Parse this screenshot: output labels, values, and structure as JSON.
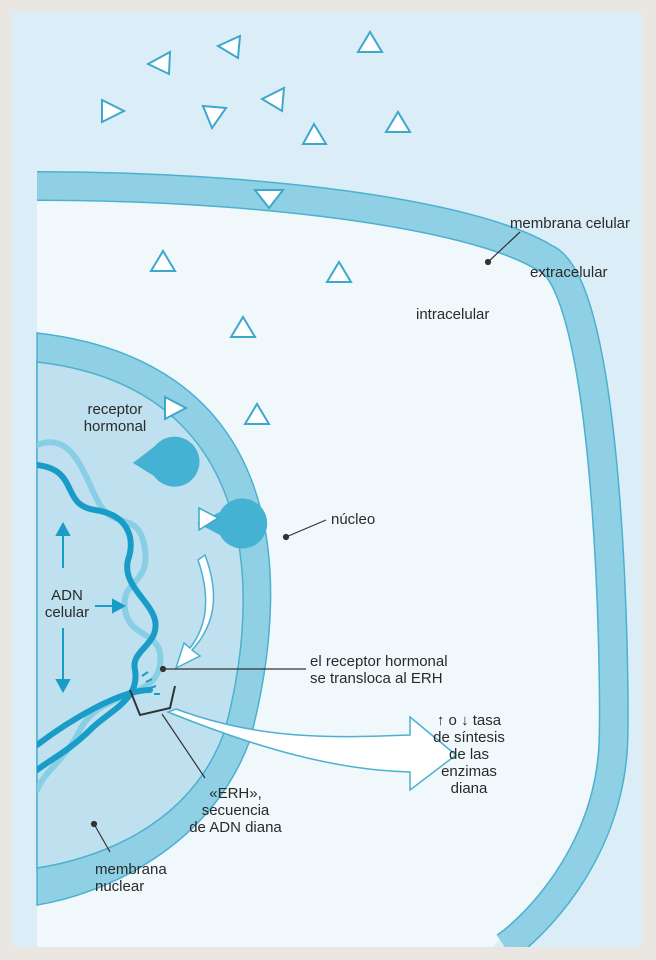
{
  "labels": {
    "membrana_celular": "membrana celular",
    "extracelular": "extracelular",
    "intracelular": "intracelular",
    "receptor_hormonal": [
      "receptor",
      "hormonal"
    ],
    "nucleo": "núcleo",
    "adn_celular": [
      "ADN",
      "celular"
    ],
    "transloca": [
      "el receptor hormonal",
      "se transloca al ERH"
    ],
    "tasa": [
      "↑ o ↓ tasa",
      "de síntesis",
      "de las",
      "enzimas",
      "diana"
    ],
    "erh": [
      "«ERH»,",
      "secuencia",
      "de ADN diana"
    ],
    "membrana_nuclear": [
      "membrana",
      "nuclear"
    ]
  },
  "colors": {
    "page_background": "#eae6e1",
    "panel": "#dbeef7",
    "cytoplasm": "#f0f8fc",
    "membrane": "#8fd0e5",
    "membrane_edge": "#4cb0d0",
    "nucleus_inner": "#bfe0ee",
    "hormone": "#3ea7cc",
    "receptor": "#45b2d4",
    "dna_dark": "#1a9cc8",
    "dna_light": "#88cfe6",
    "arrow_fill": "#ffffff",
    "arrow_stroke": "#4cb0d0"
  }
}
